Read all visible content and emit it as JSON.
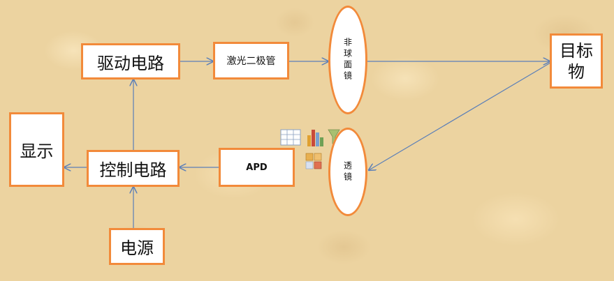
{
  "diagram": {
    "nodes": {
      "drive_circuit": "驱动电路",
      "laser_diode": "激光二极管",
      "aspheric_mirror": "非球面镜",
      "target": "目标物",
      "display": "显示",
      "control_circuit": "控制电路",
      "apd": "APD",
      "lens": "透镜",
      "power": "电源"
    },
    "edges": [
      {
        "from": "drive_circuit",
        "to": "laser_diode"
      },
      {
        "from": "laser_diode",
        "to": "aspheric_mirror"
      },
      {
        "from": "aspheric_mirror",
        "to": "target"
      },
      {
        "from": "target",
        "to": "lens"
      },
      {
        "from": "apd",
        "to": "control_circuit"
      },
      {
        "from": "control_circuit",
        "to": "display"
      },
      {
        "from": "control_circuit",
        "to": "drive_circuit"
      },
      {
        "from": "power",
        "to": "control_circuit"
      }
    ],
    "colors": {
      "border": "#f28a3a",
      "arrow": "#5b7fb8",
      "fill": "#ffffff"
    }
  }
}
